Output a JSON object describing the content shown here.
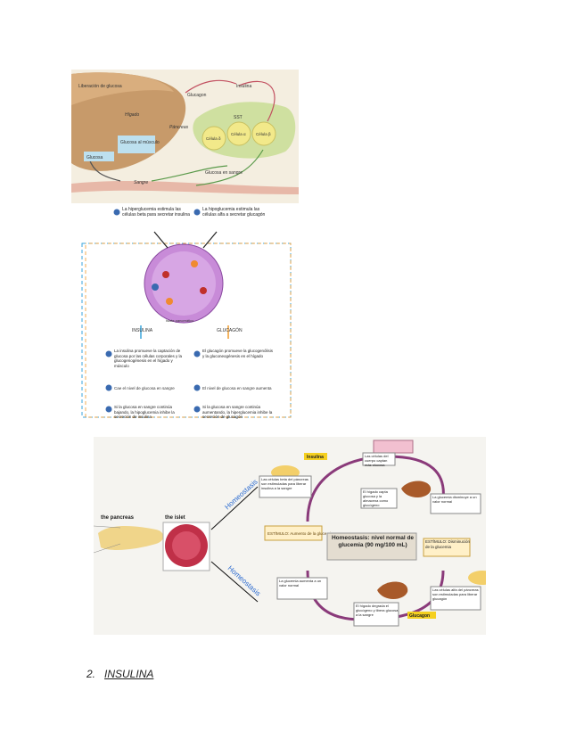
{
  "figure1": {
    "liver_label": "Hígado",
    "release_label": "Liberación de glucosa",
    "blood_label": "Sangre",
    "glucose_label": "Glucosa",
    "glucagon_label": "Glucagon",
    "insulin_label": "Insulina",
    "pancreas_label": "Páncreas",
    "uptake_label": "Glucosa al músculo",
    "sst_label": "SST",
    "cell_d": "Célula δ",
    "cell_a": "Célula α",
    "cell_b": "Célula β",
    "blood_glucose_label": "Glucosa en sangre"
  },
  "figure2": {
    "step1": "La hiperglucemia estimula las células beta para secretar insulina",
    "step5": "La hipoglucemia estimula las células alfa a secretar glucagón",
    "islet_label": "Islote pancreático",
    "insulin_branch": "INSULINA",
    "glucagon_branch": "GLUCAGÓN",
    "step2": "La insulina promueve la captación de glucosa por las células corporales y la glucogenogénesis en el hígado y músculo",
    "step6": "El glucagón promueve la glucogenólisis y la gluconeogénesis en el hígado",
    "step3": "Cae el nivel de glucosa en sangre",
    "step7": "El nivel de glucosa en sangre aumenta",
    "step4": "Si la glucosa en sangre continúa bajando, la hipoglucemia inhibe la secreción de insulina",
    "step8": "Si la glucosa en sangre continúa aumentando, la hiperglucemia inhibe la secreción de glucagón",
    "colors": {
      "insulin": "#3aa6dc",
      "glucagon": "#f09a2c",
      "islet": "#c88bd8"
    }
  },
  "figure3": {
    "pancreas_title": "the pancreas",
    "islet_title": "the islet",
    "arrow_up": "Homeostasis",
    "arrow_down": "Homeostasis",
    "center_title": "Homeostasis: nivel normal de glucemia (90 mg/100 mL)",
    "stimulus_high": "ESTÍMULO: Aumento de la glucemia",
    "stimulus_low": "ESTÍMULO: Disminución de la glucemia",
    "insulin_tag": "Insulina",
    "glucagon_tag": "Glucagon",
    "box_beta": "Las células beta del páncreas son estimuladas para liberar insulina a la sangre",
    "box_liver_store": "El hígado capta glucosa y la almacena como glucógeno",
    "box_tissue": "Las células del cuerpo captan más glucosa",
    "box_drop": "La glucemia disminuye a un valor normal",
    "box_alpha": "Las células alfa del páncreas son estimuladas para liberar glucagón",
    "box_liver_release": "El hígado degrada el glucógeno y libera glucosa a la sangre",
    "box_rise": "La glucemia aumenta a un valor normal"
  },
  "heading": {
    "number": "2.",
    "title": "INSULINA"
  }
}
